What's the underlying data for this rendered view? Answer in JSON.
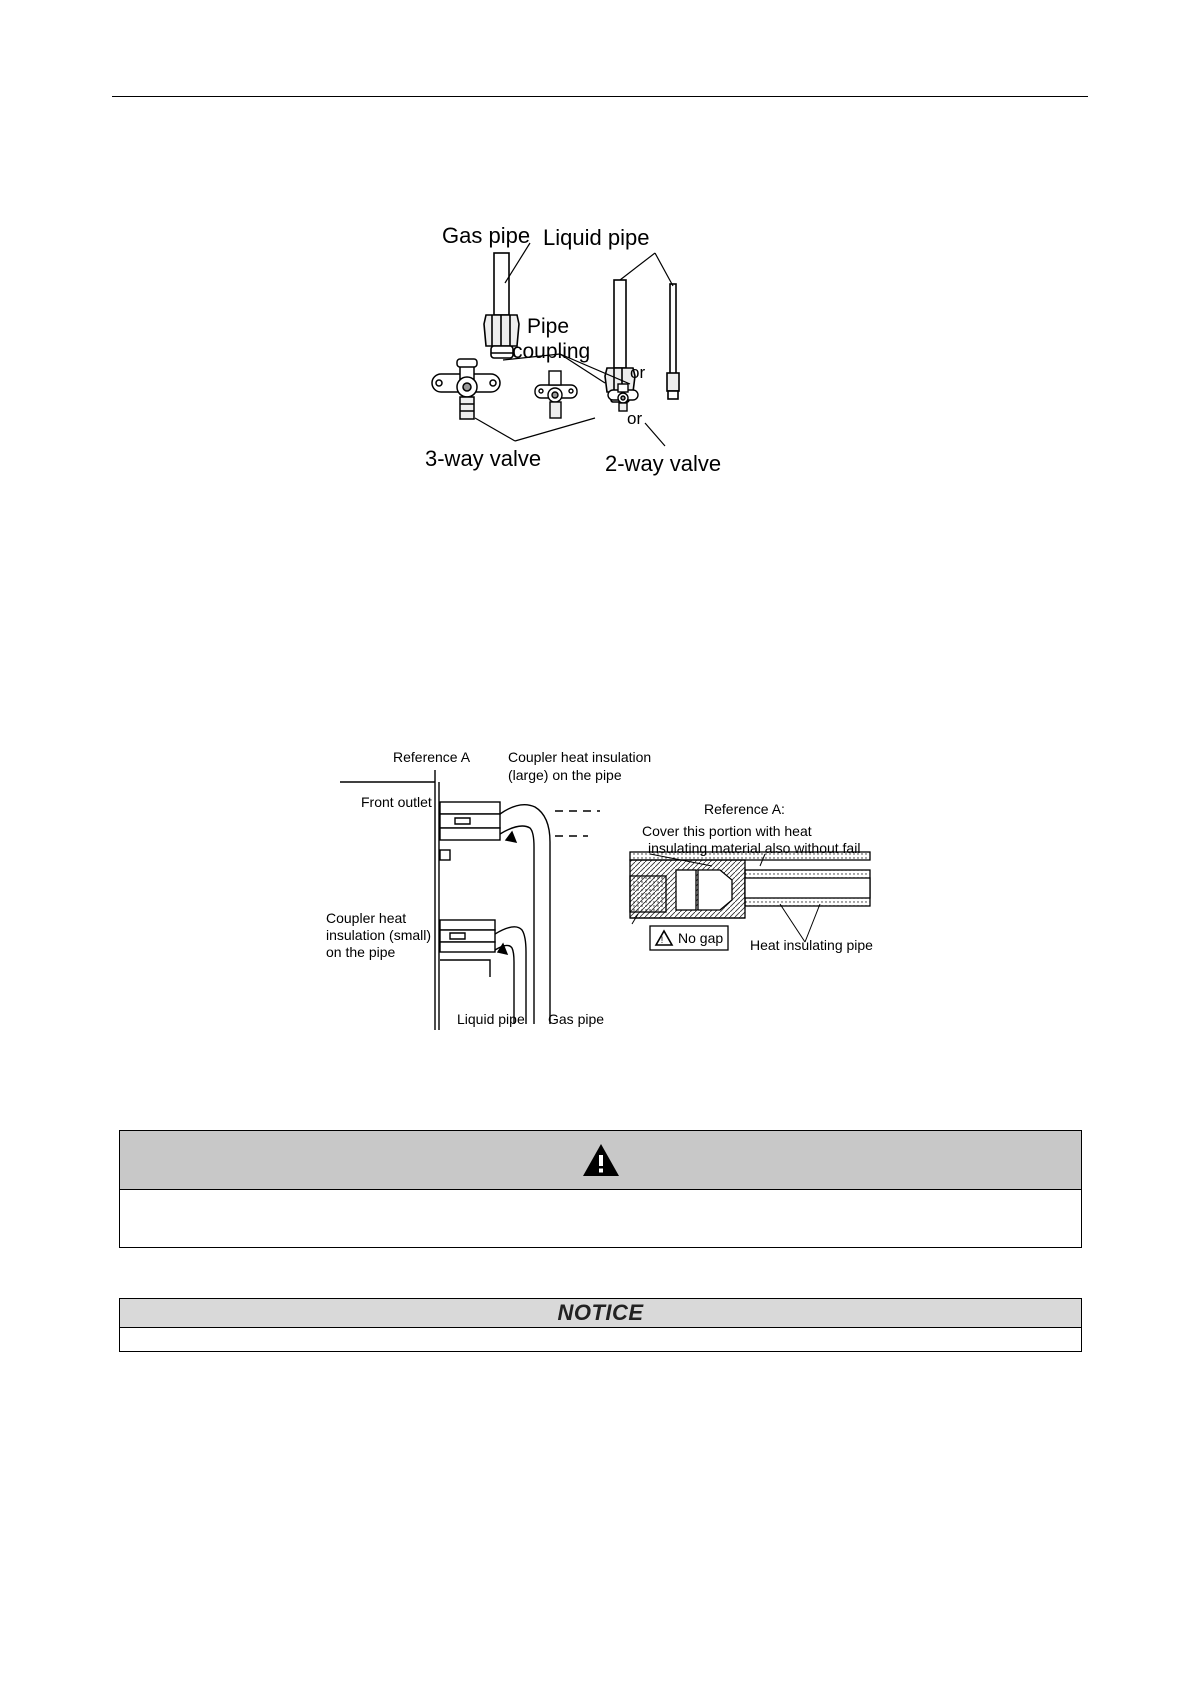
{
  "figure1": {
    "gas_pipe": "Gas pipe",
    "liquid_pipe": "Liquid pipe",
    "pipe_coupling_line1": "Pipe",
    "pipe_coupling_line2": "coupling",
    "or_top": "or",
    "or_bottom": "or",
    "three_way_valve": "3-way valve",
    "two_way_valve": "2-way valve"
  },
  "figure2": {
    "reference_a": "Reference A",
    "coupler_large_line1": "Coupler heat insulation",
    "coupler_large_line2": "(large) on the pipe",
    "front_outlet": "Front outlet",
    "coupler_small_line1": "Coupler heat",
    "coupler_small_line2": "insulation (small)",
    "coupler_small_line3": "on the pipe",
    "liquid_pipe": "Liquid pipe",
    "gas_pipe": "Gas pipe",
    "detail_title": "Reference A:",
    "cover_line1": "Cover this portion with heat",
    "cover_line2": "insulating material also without fail",
    "no_gap": "No gap",
    "heat_insulating_pipe": "Heat insulating pipe"
  },
  "warning_box": {
    "icon": "warning-triangle-icon",
    "body": ""
  },
  "notice_box": {
    "title": "NOTICE",
    "body": ""
  }
}
